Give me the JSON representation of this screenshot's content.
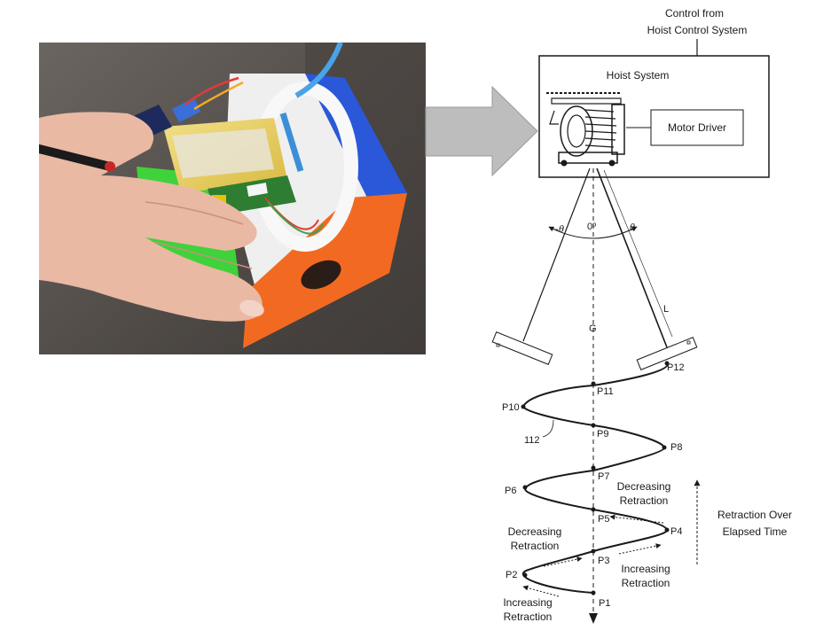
{
  "photo": {
    "description_icon": "hand-holding-hoist-prototype"
  },
  "header": {
    "control_line1": "Control from",
    "control_line2": "Hoist Control System"
  },
  "hoist_box": {
    "title": "Hoist System",
    "motor_driver": "Motor Driver"
  },
  "angles": {
    "neg_theta": "-θ",
    "zero": "0º",
    "pos_theta": "θ",
    "length": "L",
    "gravity": "G"
  },
  "curve_ref": "112",
  "points": [
    "P1",
    "P2",
    "P3",
    "P4",
    "P5",
    "P6",
    "P7",
    "P8",
    "P9",
    "P10",
    "P11",
    "P12"
  ],
  "annotations": {
    "dec_upper_1": "Decreasing",
    "dec_upper_2": "Retraction",
    "dec_left_1": "Decreasing",
    "dec_left_2": "Retraction",
    "inc_right_1": "Increasing",
    "inc_right_2": "Retraction",
    "inc_bottom_1": "Increasing",
    "inc_bottom_2": "Retraction",
    "elapsed_1": "Retraction Over",
    "elapsed_2": "Elapsed Time"
  },
  "colors": {
    "photo_bg": "#5a5550",
    "skin": "#e9b9a4",
    "orange": "#f26a22",
    "green": "#3fd23a",
    "blue": "#2a58d8",
    "arrow_gray": "#bdbdbd"
  }
}
